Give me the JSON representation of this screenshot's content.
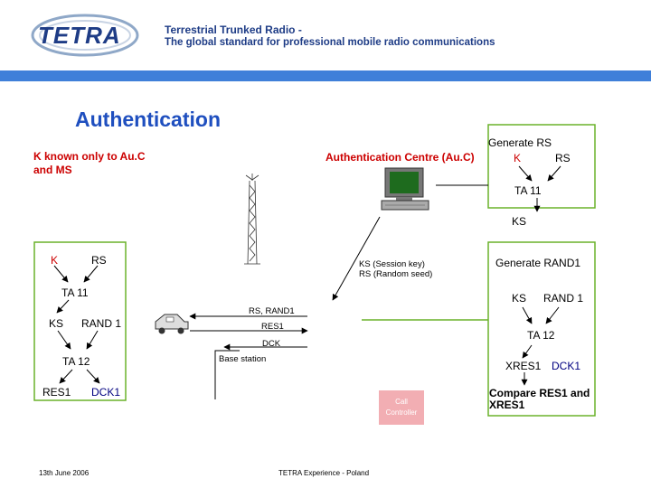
{
  "header": {
    "logo_text": "TETRA",
    "title": "Terrestrial Trunked Radio -",
    "subtitle": "The global standard for professional mobile radio communications"
  },
  "slide": {
    "title": "Authentication",
    "k_known_note": "K known only to Au.C and MS",
    "auc_label": "Authentication Centre (Au.C)",
    "date": "13th June 2006",
    "footer": "TETRA Experience - Poland"
  },
  "ms_box": {
    "k": "K",
    "rs": "RS",
    "ta11": "TA 11",
    "ks": "KS",
    "rand1": "RAND 1",
    "ta12": "TA 12",
    "res1": "RES1",
    "dck1": "DCK1"
  },
  "auc_box": {
    "generate_rs": "Generate RS",
    "k": "K",
    "rs": "RS",
    "ta11": "TA 11",
    "ks": "KS",
    "generate_rand1": "Generate RAND1",
    "ks2": "KS",
    "rand1": "RAND 1",
    "ta12": "TA 12",
    "xres1": "XRES1",
    "dck1": "DCK1",
    "compare": "Compare RES1 and XRES1"
  },
  "messages": {
    "ks_session": "KS (Session key)",
    "rs_random": "RS (Random seed)",
    "rs_rand1": "RS, RAND1",
    "res1": "RES1",
    "dck": "DCK",
    "base_station": "Base station",
    "call_controller": "Call Controller"
  },
  "colors": {
    "header_rule": "#3f7fd9",
    "title": "#1f4fbf",
    "red_text": "#cc0000",
    "navy_text": "#000080",
    "box_border": "#6ab22a",
    "green_line": "#6ab22a",
    "arrow": "#000000",
    "cc_box": "#f2aeb3",
    "cc_text": "#ffffff"
  }
}
